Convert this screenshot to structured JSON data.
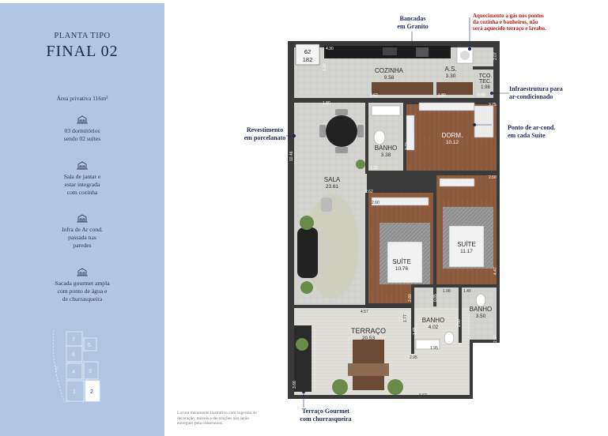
{
  "sidebar": {
    "kicker": "PLANTA TIPO",
    "title": "FINAL 02",
    "features": [
      {
        "icon": "building-icon",
        "lines": [
          "Área privativa 116m²"
        ]
      },
      {
        "icon": "building-icon",
        "lines": [
          "03 dormitórios",
          "sendo 02 suítes"
        ]
      },
      {
        "icon": "building-icon",
        "lines": [
          "Sala de jantar e",
          "estar integrada",
          "com cozinha"
        ]
      },
      {
        "icon": "building-icon",
        "lines": [
          "Infra de Ar cond.",
          "passada nas",
          "paredes"
        ]
      },
      {
        "icon": "building-icon",
        "lines": [
          "Sacada gourmet ampla",
          "com ponto de água e",
          "de churrasqueira"
        ]
      }
    ],
    "keyplan": {
      "units": [
        "7",
        "5",
        "6",
        "4",
        "3",
        "1",
        "2"
      ],
      "highlight": "2",
      "street_label": "Rua"
    }
  },
  "unit_badge": {
    "top": "62",
    "bottom": "182"
  },
  "rooms": [
    {
      "id": "cozinha",
      "name": "COZINHA",
      "area": "9.58"
    },
    {
      "id": "as",
      "name": "A.S.",
      "area": "3.30"
    },
    {
      "id": "tco",
      "name": "TCO.",
      "name2": "TEC.",
      "area": "1.98"
    },
    {
      "id": "sala",
      "name": "SALA",
      "area": "23.61"
    },
    {
      "id": "banho1",
      "name": "BANHO",
      "area": "3.38"
    },
    {
      "id": "dorm",
      "name": "DORM.",
      "area": "10.12"
    },
    {
      "id": "suite1",
      "name": "SUÍTE",
      "area": "10.76"
    },
    {
      "id": "suite2",
      "name": "SUÍTE",
      "area": "11.17"
    },
    {
      "id": "banho2",
      "name": "BANHO",
      "area": "4.02"
    },
    {
      "id": "banho3",
      "name": "BANHO",
      "area": "3.50"
    },
    {
      "id": "terraco",
      "name": "TERRAÇO",
      "area": "20.53"
    }
  ],
  "dimensions": {
    "d_430": "4.30",
    "d_120": "1.20",
    "d_207": "2.07",
    "d_262": "2.62",
    "d_180a": "1.80",
    "d_090": "0.90",
    "d_180b": "1.80",
    "d_270": "2.70",
    "d_375": "3.75",
    "d_1046": "10.46",
    "d_125": "1.25",
    "d_250": "2.50",
    "d_262b": "2.62",
    "d_260": "2.60",
    "d_447": "4.47",
    "d_100": "1.00",
    "d_140": "1.40",
    "d_085": "0.85",
    "d_280": "2.80",
    "d_457": "4.57",
    "d_177": "1.77",
    "d_165": "1.65",
    "d_195": "1.95",
    "d_250b": "2.50",
    "d_295": "2.95",
    "d_250c": "2.50",
    "d_366": "3.66",
    "d_662": "6.62"
  },
  "callouts": {
    "bancadas": [
      "Bancadas",
      "em Granito"
    ],
    "aquecimento": [
      "Aquecimento a gás nos pontos",
      "da cozinha e banheiros, não",
      "será aquecido terraço e lavabo."
    ],
    "infra": [
      "Infraestrutura para",
      "ar-condicionado"
    ],
    "ponto": [
      "Ponto de ar-cond.",
      "em cada Suíte"
    ],
    "revestimento": [
      "Revestimento",
      "em porcelanato"
    ],
    "gourmet": [
      "Terraço Gourmet",
      "com churrasqueira"
    ]
  },
  "disclaimer": [
    "Layout meramente ilustrativo com sugestão de",
    "decoração, móveis e decorações não serão",
    "entregues pela construtora."
  ],
  "colors": {
    "sidebar_bg": "#b1c6e3",
    "wall": "#3a3a3a",
    "floor_tile": "#cfcfcb",
    "wood": "#8b5a3c",
    "callout_text": "#1f2a55",
    "warning_text": "#b01818"
  }
}
